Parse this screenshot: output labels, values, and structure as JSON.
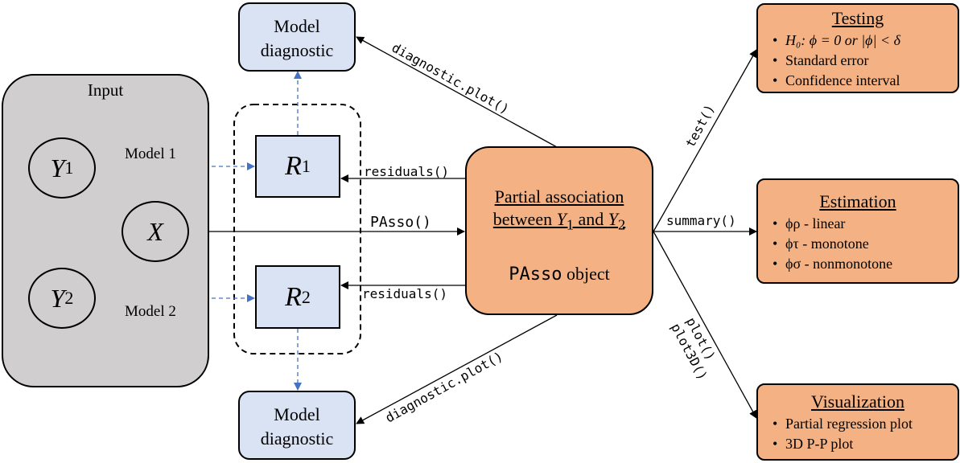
{
  "input": {
    "title": "Input",
    "y1": "Y",
    "y1_sub": "1",
    "x": "X",
    "y2": "Y",
    "y2_sub": "2",
    "model1": "Model 1",
    "model2": "Model 2"
  },
  "residual_boxes": {
    "r1": "R",
    "r1_sub": "1",
    "r2": "R",
    "r2_sub": "2"
  },
  "diagnostic_top": {
    "line1": "Model",
    "line2": "diagnostic"
  },
  "diagnostic_bottom": {
    "line1": "Model",
    "line2": "diagnostic"
  },
  "center": {
    "line1": "Partial association",
    "line2_a": "between ",
    "line2_y1": "Y",
    "line2_y1_sub": "1",
    "line2_and": " and ",
    "line2_y2": "Y",
    "line2_y2_sub": "2",
    "object_code": "PAsso",
    "object_text": " object"
  },
  "functions": {
    "diag_top": "diagnostic.plot()",
    "diag_bottom": "diagnostic.plot()",
    "residuals_top": "residuals()",
    "residuals_bottom": "residuals()",
    "passo": "PAsso()",
    "test": "test()",
    "summary": "summary()",
    "plot": "plot()",
    "plot3d": "plot3D()"
  },
  "testing": {
    "title": "Testing",
    "items": [
      "H₀: ϕ = 0 or |ϕ| < δ",
      "Standard error",
      "Confidence interval"
    ]
  },
  "estimation": {
    "title": "Estimation",
    "items": [
      "ϕρ - linear",
      "ϕτ - monotone",
      "ϕσ - nonmonotone"
    ]
  },
  "visualization": {
    "title": "Visualization",
    "items": [
      "Partial regression plot",
      "3D P-P plot"
    ]
  },
  "colors": {
    "gray": "#d0cece",
    "light_blue": "#dae3f3",
    "orange": "#f4b183",
    "dashed_blue": "#4472c4"
  }
}
